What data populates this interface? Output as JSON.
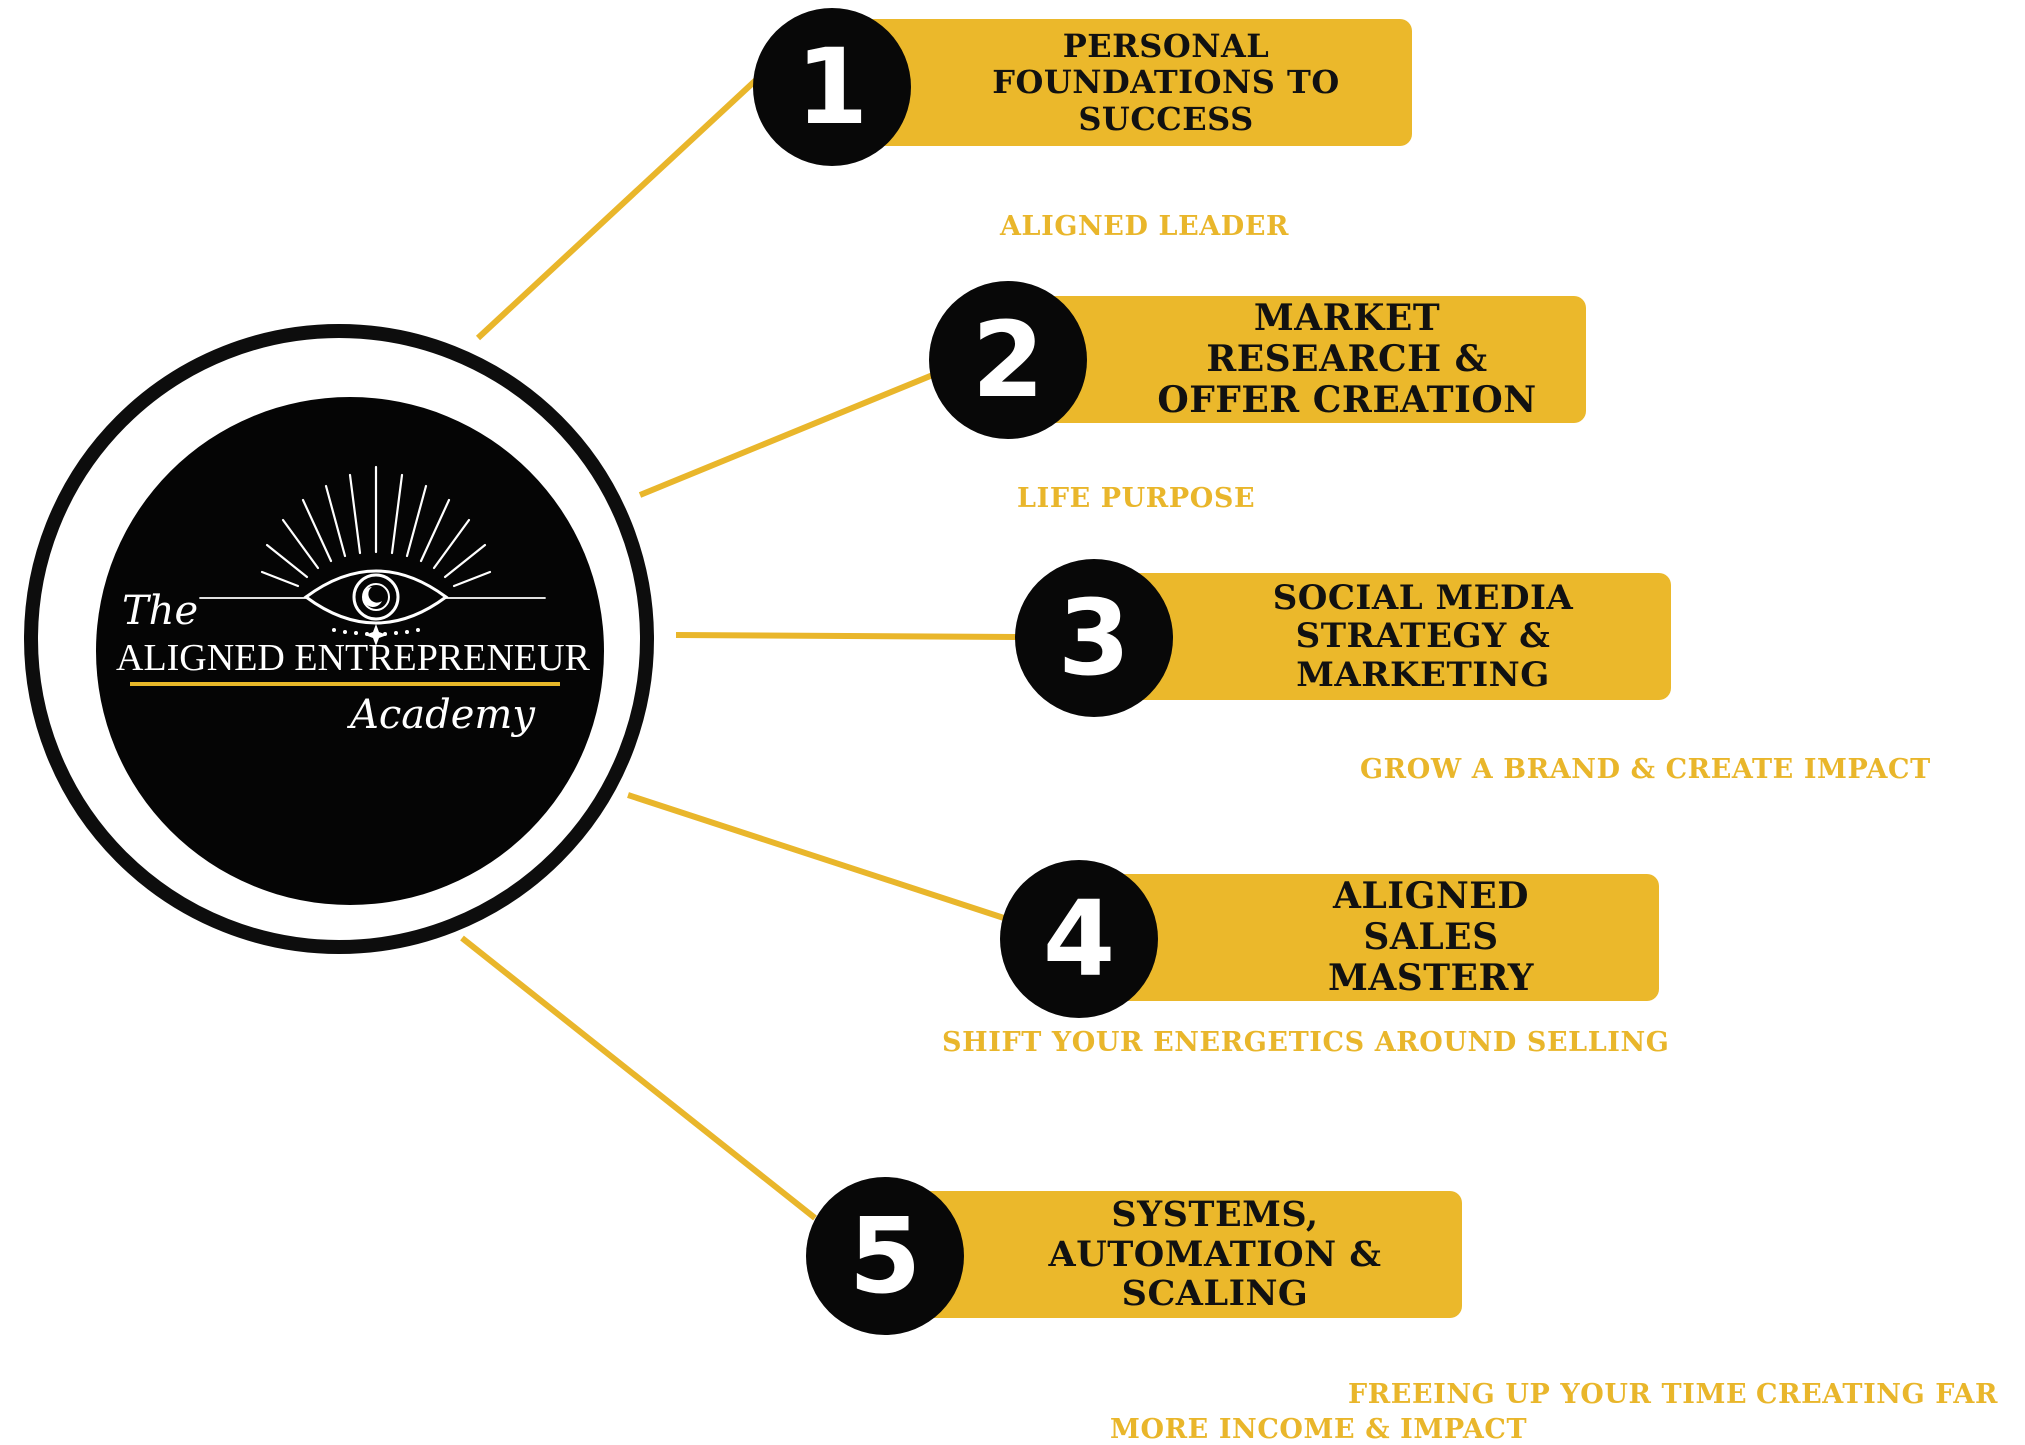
{
  "logo": {
    "the": "The",
    "main": "ALIGNED ENTREPRENEUR",
    "academy": "Academy"
  },
  "colors": {
    "gold": "#ebb82b",
    "black": "#080808",
    "white": "#ffffff"
  },
  "items": [
    {
      "number": "1",
      "title": "PERSONAL FOUNDATIONS TO SUCCESS",
      "subtitle": "ALIGNED LEADER"
    },
    {
      "number": "2",
      "title": "MARKET RESEARCH & OFFER CREATION",
      "subtitle": "LIFE PURPOSE"
    },
    {
      "number": "3",
      "title": "SOCIAL MEDIA STRATEGY & MARKETING",
      "subtitle": "GROW A BRAND & CREATE IMPACT"
    },
    {
      "number": "4",
      "title": "ALIGNED SALES MASTERY",
      "subtitle": "SHIFT YOUR ENERGETICS AROUND SELLING"
    },
    {
      "number": "5",
      "title": "SYSTEMS, AUTOMATION & SCALING",
      "subtitle_line1a": "FREEING UP YOUR TIME",
      "subtitle_line1b": "CREATING FAR",
      "subtitle_line2": "MORE INCOME & IMPACT"
    }
  ]
}
